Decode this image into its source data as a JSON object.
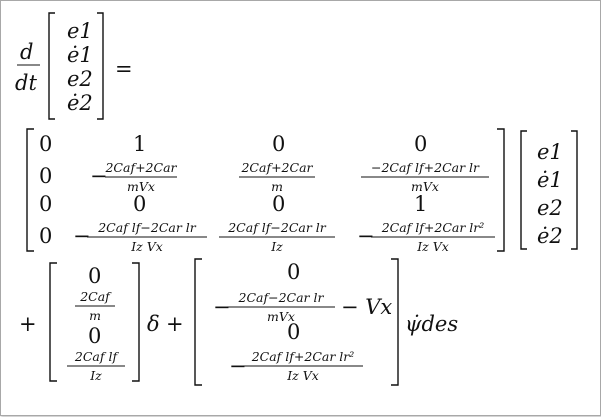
{
  "equation": {
    "lhs": {
      "d_numerator": "d",
      "d_denominator": "dt",
      "state": [
        "e1",
        "ė1",
        "e2",
        "ė2"
      ],
      "equals": "="
    },
    "matrix_A": {
      "row1": [
        "0",
        "1",
        "0",
        "0"
      ],
      "row2": {
        "c1": "0",
        "c2_sign": "−",
        "c2_num": "2Caf+2Car",
        "c2_den": "mVx",
        "c3_num": "2Caf+2Car",
        "c3_den": "m",
        "c4_num": "−2Caf lf+2Car lr",
        "c4_den": "mVx"
      },
      "row3": [
        "0",
        "0",
        "0",
        "1"
      ],
      "row4": {
        "c1": "0",
        "c2_sign": "−",
        "c2_num": "2Caf lf−2Car lr",
        "c2_den": "Iz Vx",
        "c3_num": "2Caf lf−2Car lr",
        "c3_den": "Iz",
        "c4_sign": "−",
        "c4_num": "2Caf lf+2Car lr²",
        "c4_den": "Iz Vx"
      }
    },
    "state_vector": [
      "e1",
      "ė1",
      "e2",
      "ė2"
    ],
    "plus": "+",
    "matrix_B1": {
      "r1": "0",
      "r2_num": "2Caf",
      "r2_den": "m",
      "r3": "0",
      "r4_num": "2Caf lf",
      "r4_den": "Iz"
    },
    "delta": "δ",
    "matrix_B2": {
      "r1": "0",
      "r2_sign": "−",
      "r2_num": "2Caf−2Car lr",
      "r2_den": "mVx",
      "r2_tail": "− Vx",
      "r3": "0",
      "r4_sign": "−",
      "r4_num": "2Caf lf+2Car lr²",
      "r4_den": "Iz Vx"
    },
    "psi_dot": "ψ̇des"
  }
}
